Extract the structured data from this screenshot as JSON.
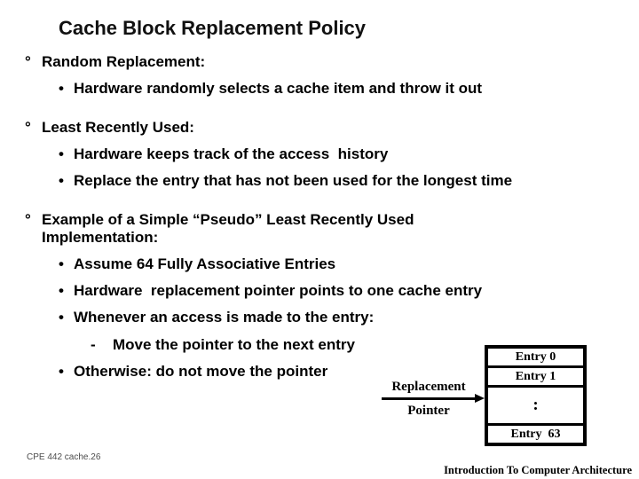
{
  "title": "Cache Block Replacement Policy",
  "content": {
    "markers": {
      "h": "°",
      "b": "•",
      "d": "-"
    },
    "items": [
      {
        "type": "h",
        "text": "Random Replacement:"
      },
      {
        "type": "b",
        "text": "Hardware randomly selects a cache item and throw it out"
      },
      {
        "type": "h",
        "text": "Least Recently Used:"
      },
      {
        "type": "b",
        "text": "Hardware keeps track of the access  history"
      },
      {
        "type": "b",
        "text": "Replace the entry that has not been used for the longest time"
      },
      {
        "type": "h",
        "text": "Example of a Simple “Pseudo” Least Recently Used Implementation:"
      },
      {
        "type": "b",
        "text": "Assume 64 Fully Associative Entries"
      },
      {
        "type": "b",
        "text": "Hardware  replacement pointer points to one cache entry"
      },
      {
        "type": "b",
        "text": "Whenever an access is made to the entry:"
      },
      {
        "type": "d",
        "text": "Move the pointer to the next entry"
      },
      {
        "type": "b",
        "text": "Otherwise: do not move the pointer"
      }
    ]
  },
  "diagram": {
    "label_top": "Replacement",
    "label_bottom": "Pointer",
    "entries": [
      "Entry 0",
      "Entry 1",
      ":",
      "Entry  63"
    ]
  },
  "footer": {
    "left": "CPE 442  cache.26",
    "right": "Introduction To Computer Architecture"
  }
}
